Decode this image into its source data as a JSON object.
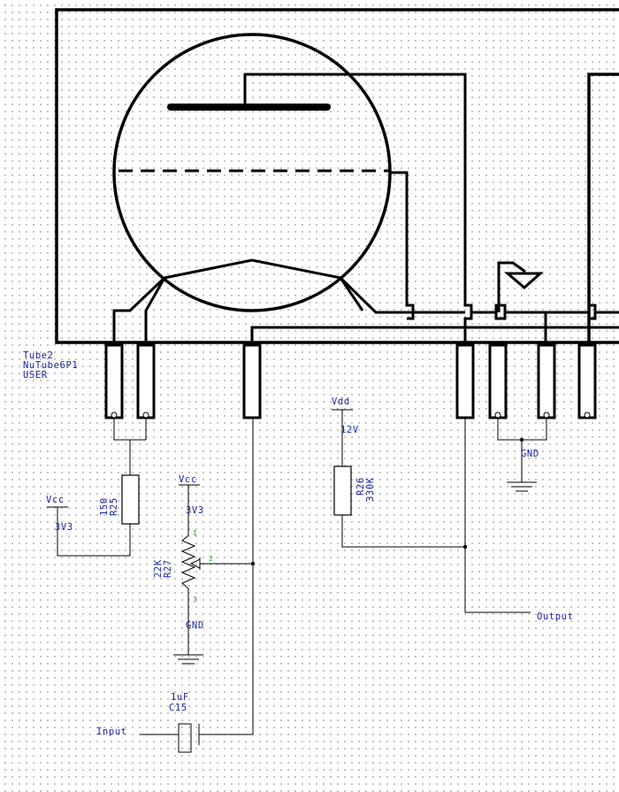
{
  "tube": {
    "designator": "Tube2",
    "part": "NuTube6P1",
    "library": "USER"
  },
  "r25": {
    "value": "150",
    "designator": "R25"
  },
  "vcc_left": {
    "net": "Vcc",
    "voltage": "3V3"
  },
  "vcc_pot": {
    "net": "Vcc",
    "voltage": "3V3"
  },
  "r27": {
    "value": "22K",
    "designator": "R27",
    "pin1": "1",
    "pin2": "2",
    "pin3": "3"
  },
  "gnd_pot": {
    "net": "GND"
  },
  "vdd": {
    "net": "Vdd",
    "voltage": "12V"
  },
  "r26": {
    "value": "330K",
    "designator": "R26"
  },
  "gnd_right": {
    "net": "GND"
  },
  "output": {
    "label": "Output"
  },
  "c15": {
    "value": "1uF",
    "designator": "C15"
  },
  "input": {
    "label": "Input"
  },
  "colors": {
    "wire": "#000000",
    "label": "#1a23a8",
    "pin_number": "#2a9a2a",
    "grid_dot": "#8e8e8e"
  }
}
